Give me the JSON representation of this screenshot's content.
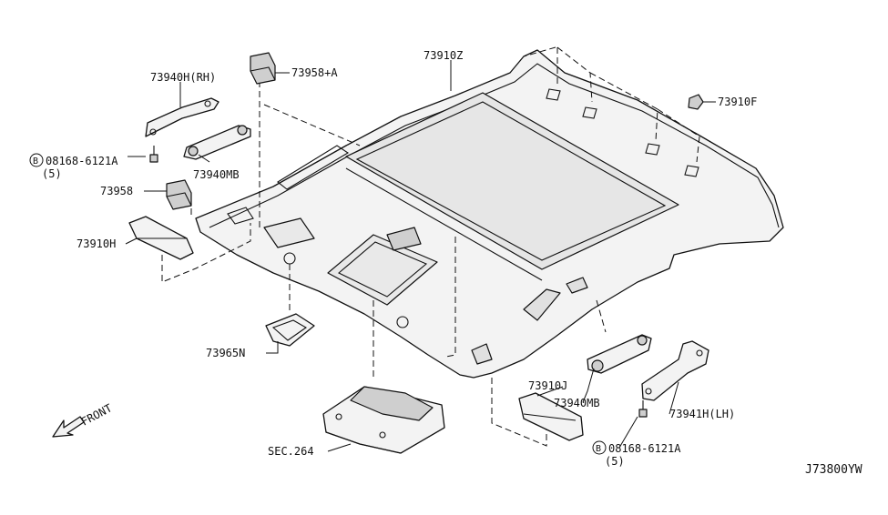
{
  "labels": {
    "headlining": "73910Z",
    "grip_bracket_rh": "73940H(RH)",
    "clip_a": "73958+A",
    "bolt_top": "08168-6121A",
    "bolt_top_qty": "(5)",
    "grip_top": "73940MB",
    "clip": "73958",
    "sunvisor_rh": "73910H",
    "bracket_f": "73910F",
    "cover": "73965N",
    "sec": "SEC.264",
    "sunvisor_lh": "73910J",
    "grip_bottom": "73940MB",
    "grip_bracket_lh": "73941H(LH)",
    "bolt_bottom": "08168-6121A",
    "bolt_bottom_qty": "(5)",
    "front": "FRONT",
    "diagram_code": "J73800YW",
    "bolt_symbol": "B"
  }
}
